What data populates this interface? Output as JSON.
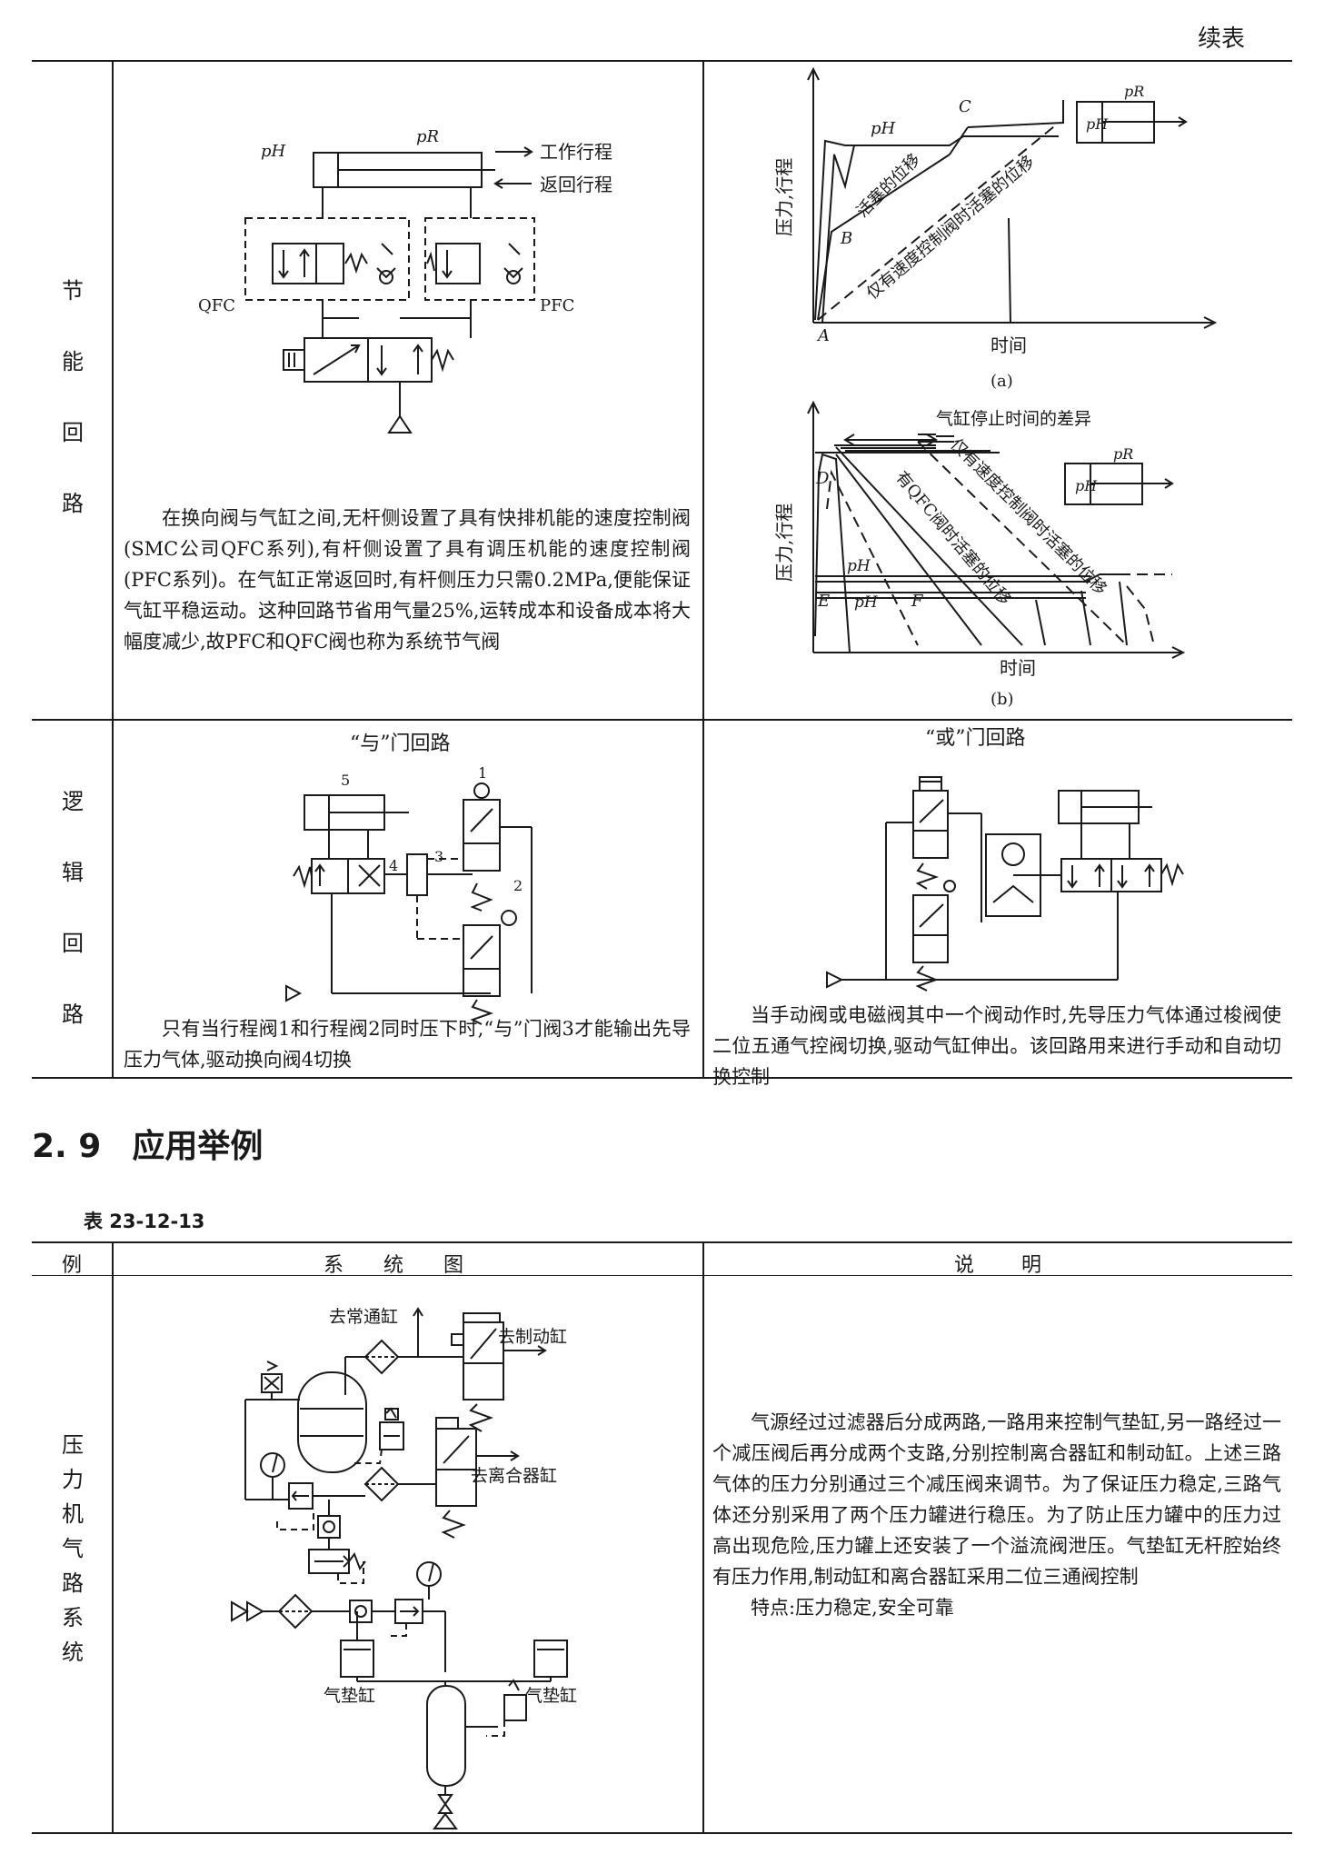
{
  "header": {
    "continued": "续表"
  },
  "rows": {
    "energy": {
      "label_chars": [
        "节",
        "能",
        "回",
        "路"
      ],
      "diagram": {
        "pH": "pH",
        "pR": "pR",
        "work_stroke": "工作行程",
        "return_stroke": "返回行程",
        "qfc": "QFC",
        "pfc": "PFC"
      },
      "description": "在换向阀与气缸之间,无杆侧设置了具有快排机能的速度控制阀(SMC公司QFC系列),有杆侧设置了具有调压机能的速度控制阀(PFC系列)。在气缸正常返回时,有杆侧压力只需0.2MPa,便能保证气缸平稳运动。这种回路节省用气量25%,运转成本和设备成本将大幅度减少,故PFC和QFC阀也称为系统节气阀",
      "chart_a": {
        "ylabel": "压力,行程",
        "xlabel": "时间",
        "caption": "(a)",
        "labels": {
          "A": "A",
          "B": "B",
          "C": "C",
          "pH": "pH",
          "pR": "pR"
        },
        "curve1": "活塞的位移",
        "curve2": "仅有速度控制阀时活塞的位移"
      },
      "chart_b": {
        "ylabel": "压力,行程",
        "xlabel": "时间",
        "caption": "(b)",
        "top_note": "气缸停止时间的差异",
        "labels": {
          "D": "D",
          "E": "E",
          "F": "F",
          "pH": "pH",
          "pR": "pR"
        },
        "curve1": "有QFC阀时活塞的位移",
        "curve2": "仅有速度控制阀时活塞的位移"
      }
    },
    "logic": {
      "label_chars": [
        "逻",
        "辑",
        "回",
        "路"
      ],
      "and_title": "“与”门回路",
      "or_title": "“或”门回路",
      "and_numbers": [
        "5",
        "1",
        "2",
        "3",
        "4"
      ],
      "and_description": "只有当行程阀1和行程阀2同时压下时,“与”门阀3才能输出先导压力气体,驱动换向阀4切换",
      "or_description": "当手动阀或电磁阀其中一个阀动作时,先导压力气体通过梭阀使二位五通气控阀切换,驱动气缸伸出。该回路用来进行手动和自动切换控制"
    }
  },
  "section": {
    "number": "2. 9",
    "title": "应用举例"
  },
  "table_label": "表 23-12-13",
  "table": {
    "headers": {
      "example": "例",
      "diagram": "系统图",
      "description": "说明"
    },
    "row_label_chars": [
      "压",
      "力",
      "机",
      "气",
      "路",
      "系",
      "统"
    ],
    "diagram": {
      "to_normal_cylinder": "去常通缸",
      "to_brake_cylinder": "去制动缸",
      "to_clutch_cylinder": "去离合器缸",
      "cushion_left": "气垫缸",
      "cushion_right": "气垫缸"
    },
    "description_paragraphs": [
      "气源经过过滤器后分成两路,一路用来控制气垫缸,另一路经过一个减压阀后再分成两个支路,分别控制离合器缸和制动缸。上述三路气体的压力分别通过三个减压阀来调节。为了保证压力稳定,三路气体还分别采用了两个压力罐进行稳压。为了防止压力罐中的压力过高出现危险,压力罐上还安装了一个溢流阀泄压。气垫缸无杆腔始终有压力作用,制动缸和离合器缸采用二位三通阀控制",
      "特点:压力稳定,安全可靠"
    ]
  }
}
